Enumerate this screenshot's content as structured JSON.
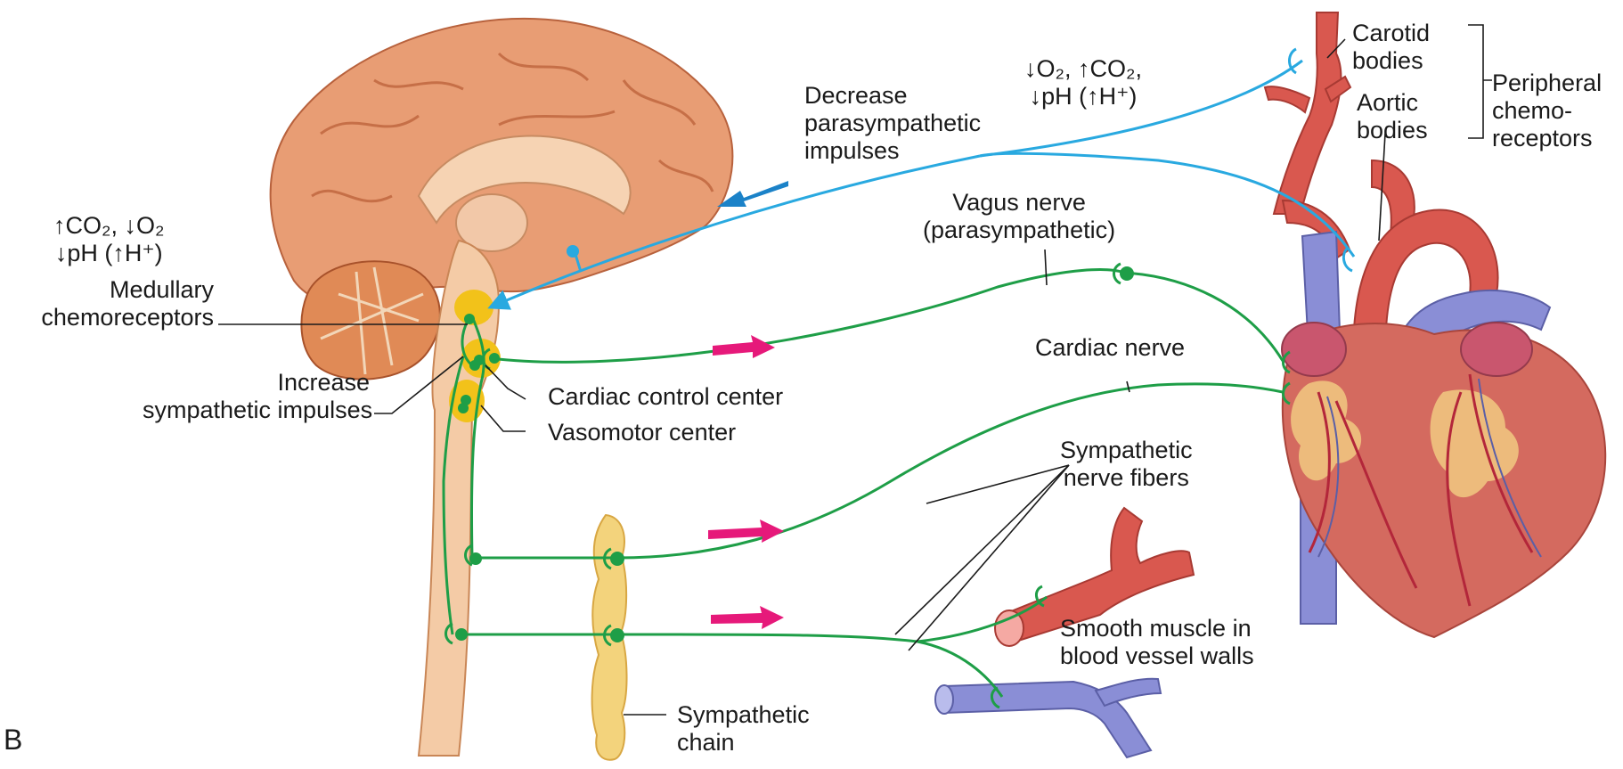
{
  "panel_letter": "B",
  "labels": {
    "carotid_bodies": [
      "Carotid",
      "bodies"
    ],
    "aortic_bodies": [
      "Aortic",
      "bodies"
    ],
    "peripheral": [
      "Peripheral",
      "chemo-",
      "receptors"
    ],
    "peripheral_stimuli": [
      "↓O₂, ↑CO₂,",
      "↓pH (↑H⁺)"
    ],
    "decrease_para": [
      "Decrease",
      "parasympathetic",
      "impulses"
    ],
    "medullary_stimuli": [
      "↑CO₂, ↓O₂",
      "↓pH (↑H⁺)"
    ],
    "medullary": [
      "Medullary",
      "chemoreceptors"
    ],
    "vagus": [
      "Vagus nerve",
      "(parasympathetic)"
    ],
    "cardiac_nerve": "Cardiac nerve",
    "increase_symp": [
      "Increase",
      "sympathetic impulses"
    ],
    "cardiac_control": "Cardiac control center",
    "vasomotor": "Vasomotor center",
    "symp_fibers": [
      "Sympathetic",
      "nerve fibers"
    ],
    "smooth_muscle": [
      "Smooth muscle in",
      "blood vessel walls"
    ],
    "symp_chain": [
      "Sympathetic",
      "chain"
    ]
  },
  "colors": {
    "sensory_pathway": "#29a9e0",
    "motor_pathway": "#1e9e47",
    "flow_arrow": "#e6197a",
    "afferent_arrow": "#1b82c8",
    "brain_tissue": "#e59a70",
    "control_centers": "#f2c21a",
    "artery": "#d9584f",
    "vein": "#8a8ed6",
    "chain_ganglia": "#f3d37c"
  }
}
